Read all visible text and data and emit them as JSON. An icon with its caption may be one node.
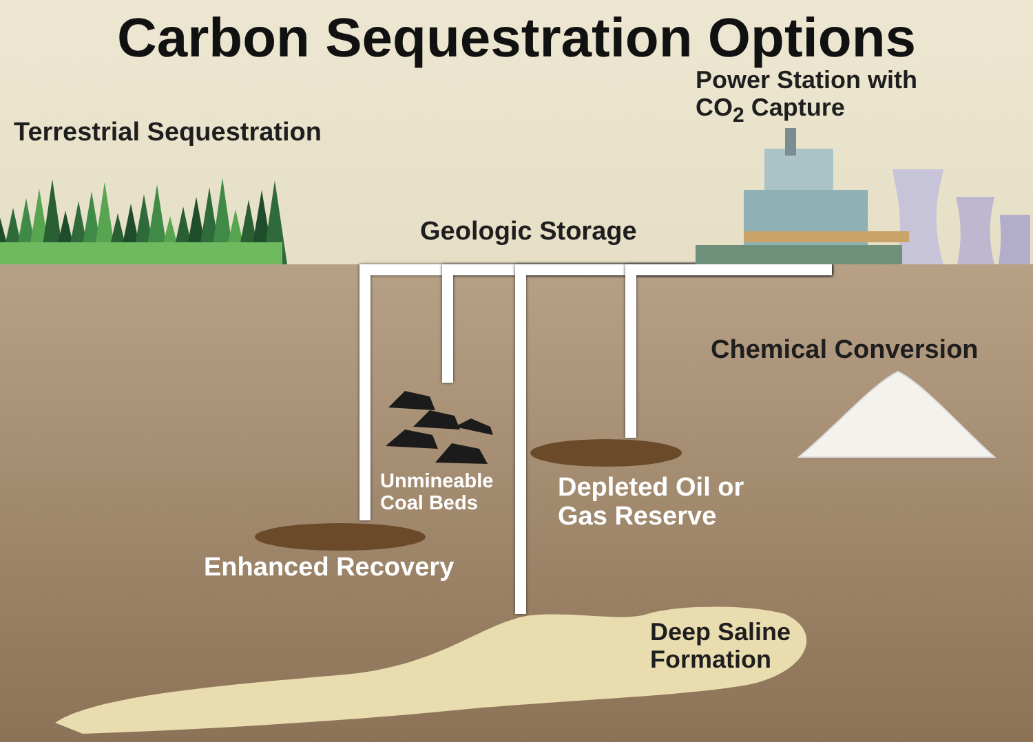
{
  "diagram": {
    "title": "Carbon Sequestration Options",
    "nodes": [
      {
        "text": [
          "Terrestrial Sequestration"
        ]
      },
      {
        "text": [
          "Power Station with CO$_{2}$ Capture"
        ]
      },
      {
        "text": [
          "Chemical Conversion"
        ]
      },
      {
        "text": [
          "Unmineable Coal Beds"
        ]
      },
      {
        "text": [
          "Depleted Oil or Gas Reserve"
        ]
      },
      {
        "text": [
          "Enhanced Recovery"
        ]
      },
      {
        "text": [
          "Deep Saline Formation"
        ]
      }
    ],
    "edges": [
      {
        "from": 1,
        "to": 5,
        "arrow": "none"
      },
      {
        "from": 1,
        "to": 3,
        "arrow": "none"
      },
      {
        "from": 1,
        "to": 6,
        "arrow": "none"
      },
      {
        "from": 1,
        "to": 4,
        "arrow": "none"
      }
    ],
    "labels": [
      "Geologic Storage"
    ]
  }
}
